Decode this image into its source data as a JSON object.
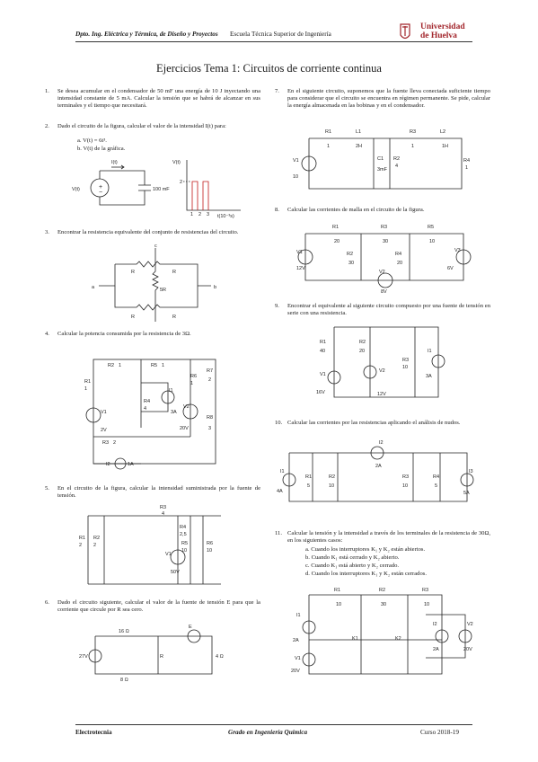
{
  "header": {
    "department": "Dpto. Ing. Eléctrica y Térmica, de Diseño y Proyectos",
    "school": "Escuela Técnica Superior de Ingeniería",
    "university_line1": "Universidad",
    "university_line2": "de Huelva"
  },
  "title": "Ejercicios Tema 1: Circuitos de corriente continua",
  "problems": [
    {
      "num": "1.",
      "text": "Se desea acumular en el condensador de 50 mF una energía de 10 J inyectando una intensidad constante de 5 mA. Calcular la tensión que se habrá de alcanzar en sus terminales y el tiempo que necesitará."
    },
    {
      "num": "2.",
      "text": "Dado el circuito de la figura, calcular el valor de la intensidad I(t) para:",
      "a": "a. V(t) = 6t³.",
      "b": "b. V(t) de la gráfica."
    },
    {
      "num": "3.",
      "text": "Encontrar la resistencia equivalente del conjunto de resistencias del circuito."
    },
    {
      "num": "4.",
      "text": "Calcular la potencia consumida por la resistencia de 3Ω."
    },
    {
      "num": "5.",
      "text": "En el circuito de la figura, calcular la intensidad suministrada por la fuente de tensión."
    },
    {
      "num": "6.",
      "text": "Dado el circuito siguiente, calcular el valor de la fuente de tensión E para que la corriente que circule por R sea cero."
    },
    {
      "num": "7.",
      "text": "En el siguiente circuito, suponemos que la fuente lleva conectada suficiente tiempo para considerar que el circuito se encuentra en régimen permanente. Se pide, calcular la energía almacenada en las bobinas y en el condensador."
    },
    {
      "num": "8.",
      "text": "Calcular las corrientes de malla en el circuito de la figura."
    },
    {
      "num": "9.",
      "text": "Encontrar el equivalente al siguiente circuito compuesto por una fuente de tensión en serie con una resistencia."
    },
    {
      "num": "10.",
      "text": "Calcular las corrientes por las resistencias aplicando el análisis de nudos."
    },
    {
      "num": "11.",
      "text": "Calcular la tensión y la intensidad a través de los terminales de la resistencia de 30Ω, en los siguientes casos:",
      "cases": [
        "a. Cuando los interruptores K₁ y K₂ están abiertos.",
        "b. Cuando K₁ está cerrado y K₂ abierto.",
        "c. Cuando K₁ está abierto y K₂ cerrado.",
        "d. Cuando los interruptores K₁ y K₂ están cerrados."
      ]
    }
  ],
  "circuits": {
    "c2": {
      "current": "I(t)",
      "source": "V(t)",
      "cap": "100 mF",
      "graph_y": "V(t)",
      "graph_x": "t(10⁻³s)",
      "y_tick": "2",
      "x_ticks": [
        "1",
        "2",
        "3"
      ]
    },
    "c3": {
      "r": "R",
      "r5": "5R",
      "a": "a",
      "b": "b"
    },
    "c4": {
      "r2": "R2",
      "r2v": "1",
      "r5": "R5",
      "r5v": "1",
      "r1": "R1",
      "r1v": "1",
      "r4": "R4",
      "r4v": "4",
      "i1": "I1",
      "i1v": "3A",
      "r6": "R6",
      "r6v": "1",
      "r7": "R7",
      "r7v": "2",
      "r8": "R8",
      "r8v": "3",
      "v1": "V1",
      "v1v": "2V",
      "v2": "V2",
      "v2v": "20V",
      "r3": "R3",
      "r3v": "2",
      "i2": "I2",
      "i2v": "1A"
    },
    "c5": {
      "r3": "R3",
      "r3v": "4",
      "r1": "R1",
      "r1v": "2",
      "r2": "R2",
      "r2v": "2",
      "r4": "R4",
      "r4v": "2,5",
      "r5": "R5",
      "r5v": "10",
      "r6": "R6",
      "r6v": "10",
      "v1": "V1",
      "v1v": "50V"
    },
    "c6": {
      "r16": "16 Ω",
      "r8": "8 Ω",
      "r4": "4 Ω",
      "r": "R",
      "e": "E",
      "v27": "27V"
    },
    "c7": {
      "r1": "R1",
      "r1v": "1",
      "l1": "L1",
      "l1v": "2H",
      "r3": "R3",
      "r3v": "1",
      "l2": "L2",
      "l2v": "1H",
      "c1": "C1",
      "c1v": "3mF",
      "r2": "R2",
      "r2v": "4",
      "r4": "R4",
      "r4v": "1",
      "v1": "V1",
      "v1v": "10"
    },
    "c8": {
      "r1": "R1",
      "r1v": "20",
      "r3": "R3",
      "r3v": "30",
      "r5": "R5",
      "r5v": "10",
      "v1": "V1",
      "v1v": "12V",
      "r2": "R2",
      "r2v": "30",
      "r4": "R4",
      "r4v": "20",
      "v3": "V3",
      "v3v": "6V",
      "v2": "V2",
      "v2v": "8V"
    },
    "c9": {
      "r1": "R1",
      "r1v": "40",
      "r2": "R2",
      "r2v": "20",
      "r3": "R3",
      "r3v": "10",
      "i1": "I1",
      "i1v": "3A",
      "v1": "V1",
      "v1v": "16V",
      "v2": "V2",
      "v2v": "12V"
    },
    "c10": {
      "i2": "I2",
      "i2v": "2A",
      "i1": "I1",
      "i1v": "4A",
      "r1": "R1",
      "r1v": "5",
      "r2": "R2",
      "r2v": "10",
      "r3": "R3",
      "r3v": "10",
      "r4": "R4",
      "r4v": "5",
      "i3": "I3",
      "i3v": "5A"
    },
    "c11": {
      "r1": "R1",
      "r1v": "10",
      "r2": "R2",
      "r2v": "30",
      "r3": "R3",
      "r3v": "10",
      "i1": "I1",
      "i1v": "2A",
      "k1": "K1",
      "k2": "K2",
      "i2": "I2",
      "i2v": "2A",
      "v2": "V2",
      "v2v": "20V",
      "v1": "V1",
      "v1v": "20V"
    }
  },
  "footer": {
    "left": "Electrotecnia",
    "center": "Grado en Ingeniería Química",
    "right": "Curso 2018-19"
  },
  "colors": {
    "brand": "#a2262c"
  }
}
